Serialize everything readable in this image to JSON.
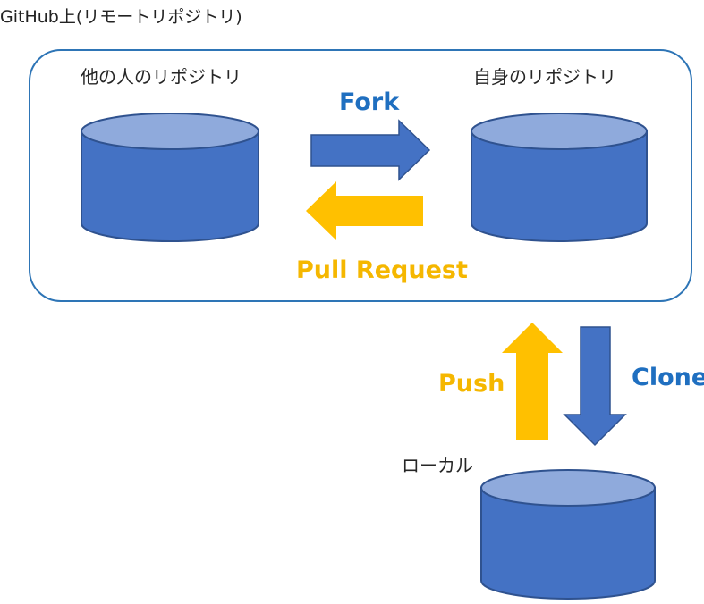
{
  "title": "GitHub上(リモートリポジトリ)",
  "repos": {
    "others": "他の人のリポジトリ",
    "own": "自身のリポジトリ",
    "local": "ローカル"
  },
  "arrows": {
    "fork": "Fork",
    "pull_request": "Pull Request",
    "push": "Push",
    "clone": "Clone"
  },
  "colors": {
    "cylinder_body": "#4472C4",
    "cylinder_top": "#8FAADC",
    "cylinder_edge": "#2F528F",
    "box_border": "#2E75B6",
    "blue_arrow": "#4472C4",
    "gold_arrow": "#FFC000",
    "blue_text": "#1F6FC0",
    "gold_text": "#F5B700"
  }
}
